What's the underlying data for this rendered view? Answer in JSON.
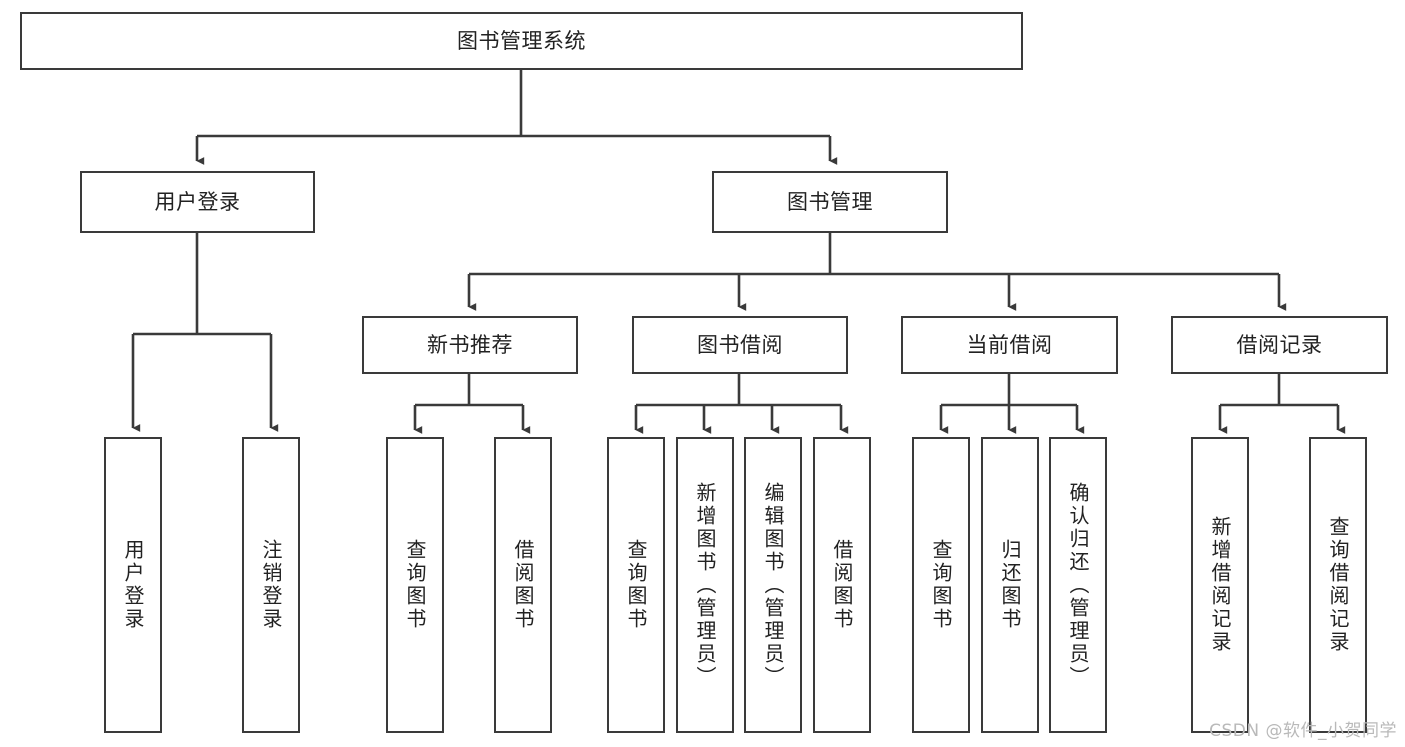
{
  "diagram": {
    "type": "tree-hierarchy",
    "title": "图书管理系统",
    "watermark": "CSDN @软件_小贺同学",
    "colors": {
      "stroke": "#3a3a3a",
      "fill": "#ffffff",
      "text": "#222222",
      "watermark": "#b9b9b9"
    },
    "levels": {
      "root": {
        "label": "图书管理系统"
      },
      "level2": [
        {
          "id": "user-login",
          "label": "用户登录"
        },
        {
          "id": "book-management",
          "label": "图书管理"
        }
      ],
      "level3": [
        {
          "id": "new-book-recommend",
          "label": "新书推荐"
        },
        {
          "id": "book-borrow",
          "label": "图书借阅"
        },
        {
          "id": "current-borrow",
          "label": "当前借阅"
        },
        {
          "id": "borrow-record",
          "label": "借阅记录"
        }
      ],
      "leaves": {
        "user-login": [
          {
            "id": "leaf-user-login",
            "label": "用户登录"
          },
          {
            "id": "leaf-logout-login",
            "label": "注销登录"
          }
        ],
        "new-book-recommend": [
          {
            "id": "leaf-query-book-1",
            "label": "查询图书"
          },
          {
            "id": "leaf-borrow-book-1",
            "label": "借阅图书"
          }
        ],
        "book-borrow": [
          {
            "id": "leaf-query-book-2",
            "label": "查询图书"
          },
          {
            "id": "leaf-add-book",
            "label": "新增图书（管理员）"
          },
          {
            "id": "leaf-edit-book",
            "label": "编辑图书（管理员）"
          },
          {
            "id": "leaf-borrow-book-2",
            "label": "借阅图书"
          }
        ],
        "current-borrow": [
          {
            "id": "leaf-query-book-3",
            "label": "查询图书"
          },
          {
            "id": "leaf-return-book",
            "label": "归还图书"
          },
          {
            "id": "leaf-confirm-return",
            "label": "确认归还（管理员）"
          }
        ],
        "borrow-record": [
          {
            "id": "leaf-add-borrow-record",
            "label": "新增借阅记录"
          },
          {
            "id": "leaf-query-borrow-record",
            "label": "查询借阅记录"
          }
        ]
      }
    }
  }
}
